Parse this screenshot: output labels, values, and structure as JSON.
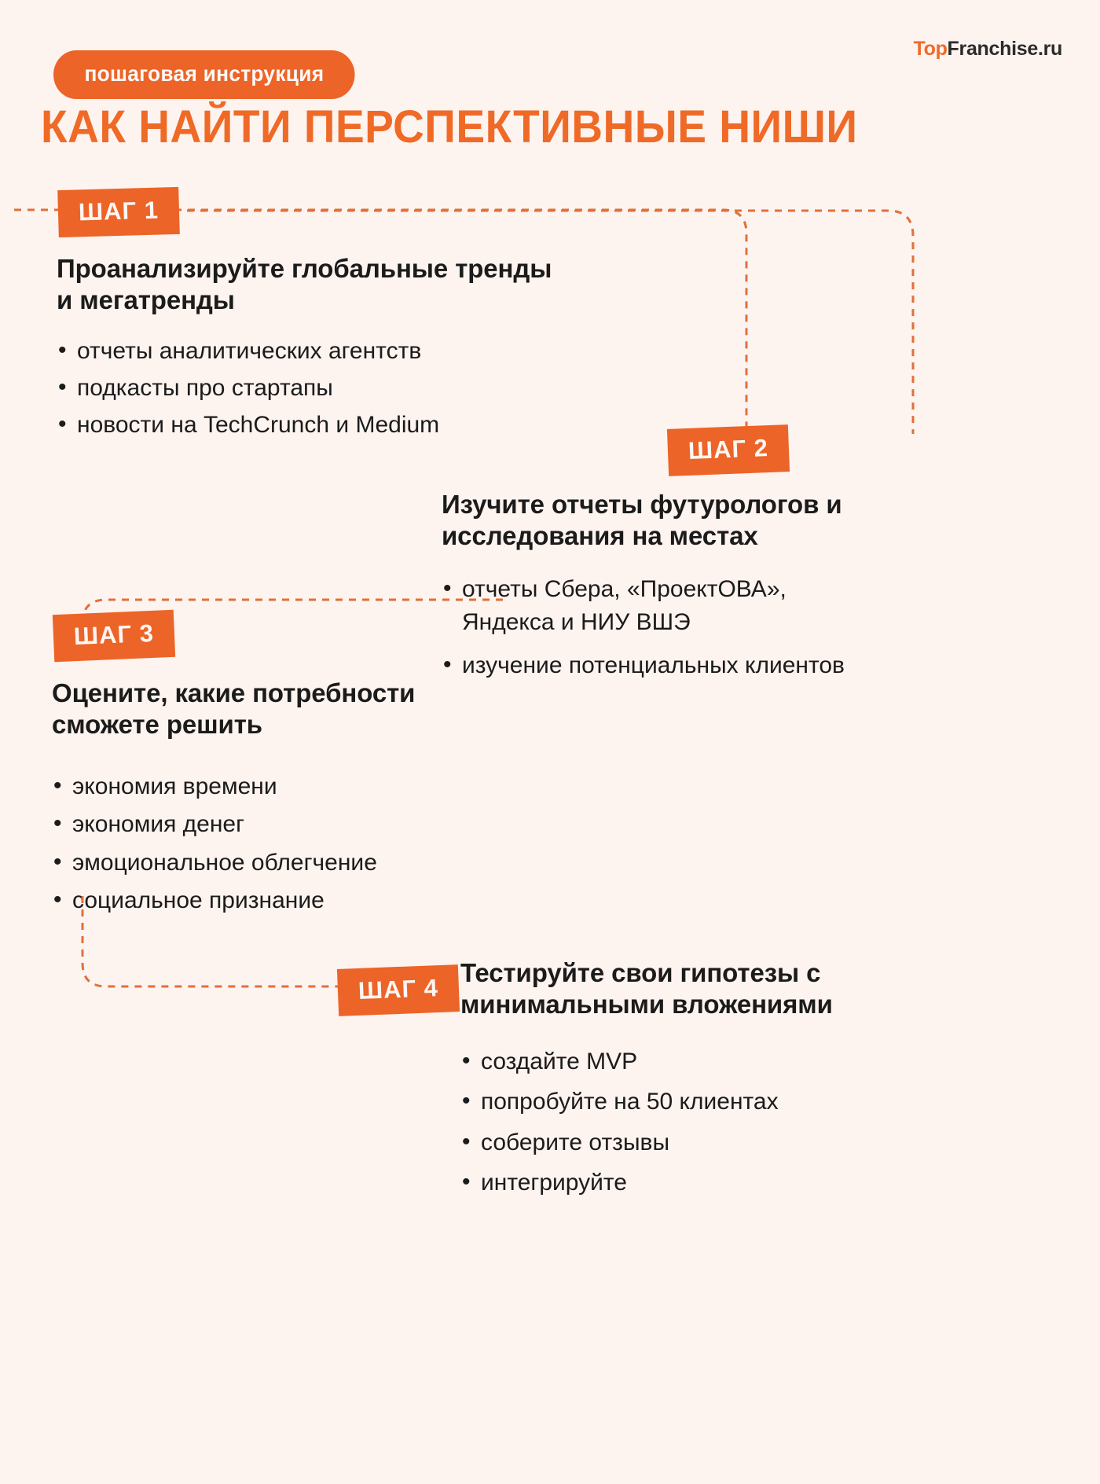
{
  "brand": {
    "logo_top": "Top",
    "logo_rest": "Franchise.ru"
  },
  "header": {
    "kicker": "пошаговая инструкция",
    "title": "КАК НАЙТИ ПЕРСПЕКТИВНЫЕ НИШИ"
  },
  "colors": {
    "background": "#fdf3ef",
    "accent": "#ec6427",
    "title": "#ef6a26",
    "text": "#1b1b1b",
    "badge_text": "#fdf6f2"
  },
  "steps": [
    {
      "badge": "ШАГ 1",
      "heading": "Проанализируйте глобальные тренды и мегатренды",
      "bullets": [
        "отчеты аналитических агентств",
        "подкасты про стартапы",
        "новости на TechCrunch и Medium"
      ]
    },
    {
      "badge": "ШАГ 2",
      "heading": "Изучите отчеты футурологов и исследования на местах",
      "bullets": [
        "отчеты Сбера, «ПроектОВА», Яндекса и НИУ ВШЭ",
        "изучение потенциальных клиентов"
      ]
    },
    {
      "badge": "ШАГ 3",
      "heading": "Оцените, какие потребности сможете решить",
      "bullets": [
        "экономия времени",
        "экономия денег",
        "эмоциональное облегчение",
        "социальное признание"
      ]
    },
    {
      "badge": "ШАГ 4",
      "heading": "Тестируйте свои гипотезы с минимальными вложениями",
      "bullets": [
        "создайте MVP",
        "попробуйте на 50 клиентах",
        "соберите отзывы",
        "интегрируйте"
      ]
    }
  ]
}
